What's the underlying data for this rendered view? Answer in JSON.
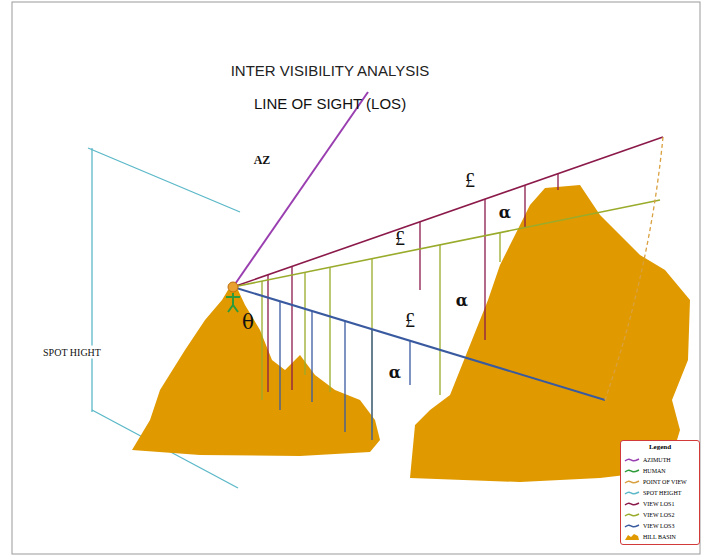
{
  "diagram": {
    "title": "INTER VISIBILITY ANALYSIS",
    "labels": [
      "LINE OF SIGHT (LOS)",
      "AZ",
      "SPOT HIGHT",
      "θ",
      "£",
      "£",
      "£",
      "α",
      "α",
      "α",
      "Legend"
    ],
    "legend": [
      {
        "text": "AZIMUTH"
      },
      {
        "text": "HUMAN"
      },
      {
        "text": "POINT OF VIEW"
      },
      {
        "text": "SPOT HEIGHT"
      },
      {
        "text": "VIEW LOS1"
      },
      {
        "text": "VIEW LOS2"
      },
      {
        "text": "VIEW LOS3"
      },
      {
        "text": "HILL BASIN",
        "color": "#e09a00"
      }
    ]
  }
}
